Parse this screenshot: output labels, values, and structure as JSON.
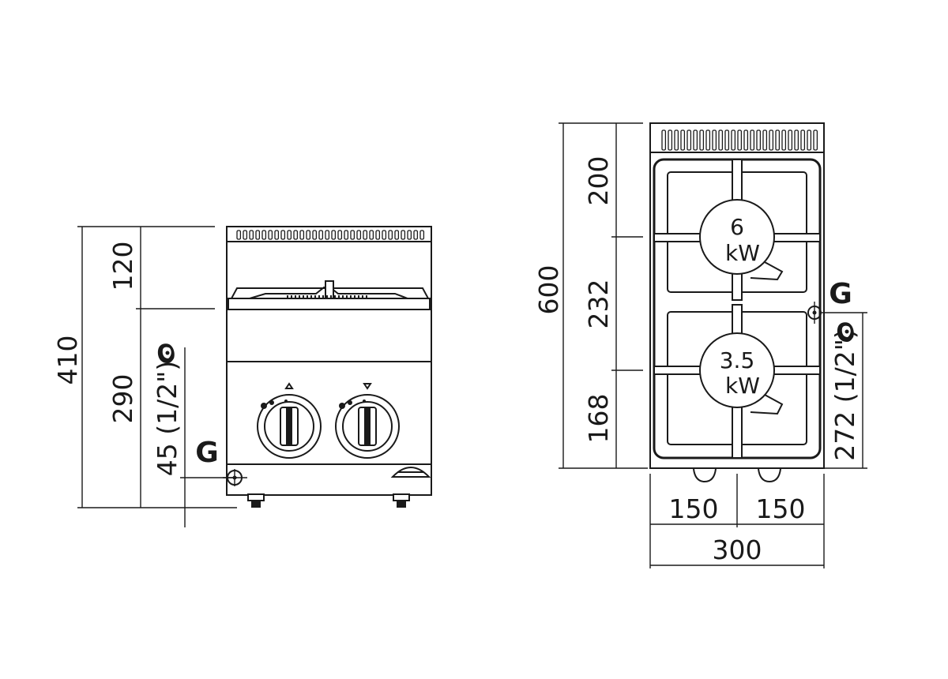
{
  "front_view": {
    "dims": {
      "overall_height": "410",
      "top_section": "120",
      "body_height": "290",
      "gas_connection_height": "45 (1/2\")"
    },
    "gas_label": "G"
  },
  "top_view": {
    "dims": {
      "overall_depth": "600",
      "rear_section": "200",
      "burner_pitch": "232",
      "front_section": "168",
      "gas_connection_depth": "272 (1/2\")",
      "half_width_left": "150",
      "half_width_right": "150",
      "overall_width": "300"
    },
    "gas_label": "G",
    "burners": [
      {
        "power": "6",
        "unit": "kW"
      },
      {
        "power": "3.5",
        "unit": "kW"
      }
    ]
  },
  "icons": [
    "gas-flame-icon",
    "gas-connection-icon",
    "control-knob-icon"
  ]
}
